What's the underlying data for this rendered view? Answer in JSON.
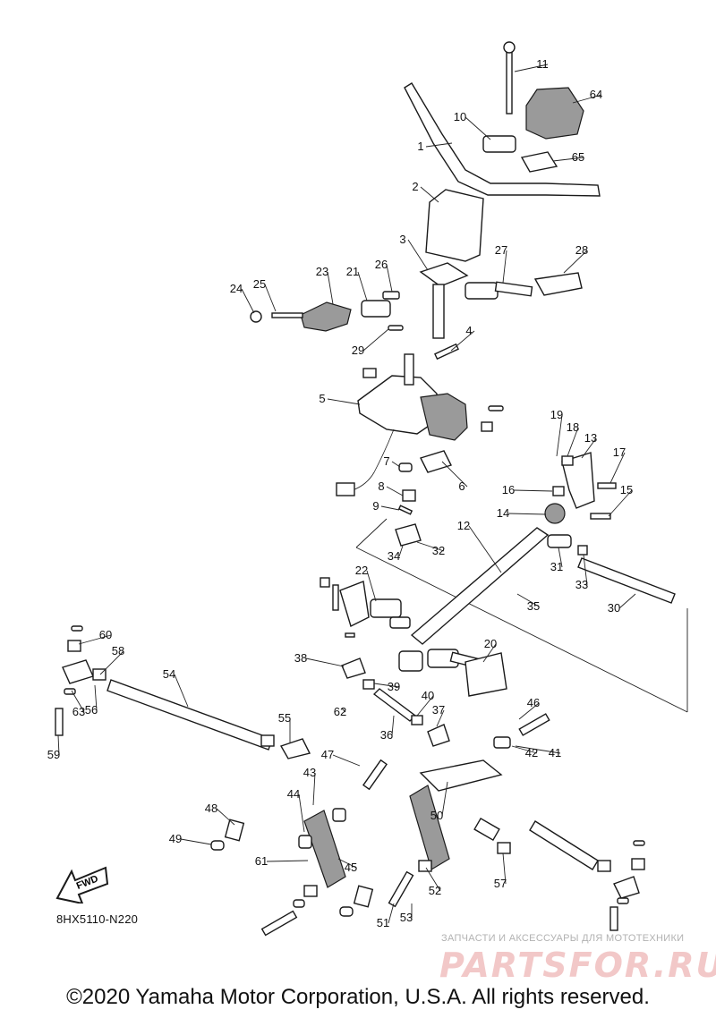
{
  "diagram": {
    "labels": [
      "1",
      "2",
      "3",
      "4",
      "5",
      "6",
      "7",
      "8",
      "9",
      "10",
      "11",
      "12",
      "13",
      "14",
      "15",
      "16",
      "17",
      "18",
      "19",
      "20",
      "21",
      "22",
      "23",
      "24",
      "25",
      "26",
      "27",
      "28",
      "29",
      "30",
      "31",
      "32",
      "33",
      "34",
      "35",
      "36",
      "37",
      "38",
      "39",
      "40",
      "41",
      "42",
      "43",
      "44",
      "45",
      "46",
      "47",
      "48",
      "49",
      "50",
      "51",
      "52",
      "53",
      "54",
      "55",
      "56",
      "57",
      "58",
      "59",
      "60",
      "61",
      "62",
      "63",
      "64",
      "65"
    ],
    "fwd_label": "FWD",
    "ref_code": "8HX5110-N220"
  },
  "watermark": {
    "tagline": "ЗАПЧАСТИ И АКСЕССУАРЫ ДЛЯ МОТОТЕХНИКИ",
    "logo": "PARTSFOR.RU"
  },
  "footer": {
    "copyright": "©2020 Yamaha Motor Corporation, U.S.A. All rights reserved."
  },
  "colors": {
    "line": "#1a1a1a",
    "shade": "#9a9a9a",
    "watermark_logo": "#f2c8c8",
    "watermark_text": "#b2b2b2"
  }
}
